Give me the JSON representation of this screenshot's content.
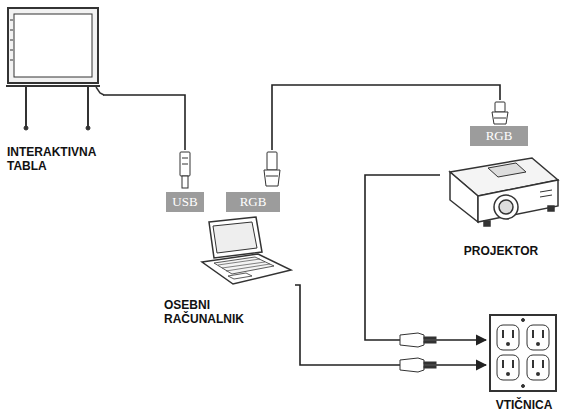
{
  "diagram": {
    "nodes": [
      {
        "text": [
          "INTERAKTIVNA TABLA"
        ]
      },
      {
        "text": [
          "OSEBNI RAČUNALNIK"
        ]
      },
      {
        "text": [
          "PROJEKTOR"
        ]
      },
      {
        "text": [
          "VTIČNICA"
        ]
      }
    ],
    "edges": [
      {
        "from": 0,
        "to": 1,
        "arrow": "none"
      },
      {
        "from": 1,
        "to": 2,
        "arrow": "none"
      },
      {
        "from": 1,
        "to": 3,
        "arrow": "to"
      },
      {
        "from": 2,
        "to": 3,
        "arrow": "to"
      }
    ],
    "labels": [
      "USB",
      "RGB",
      "RGB"
    ]
  }
}
